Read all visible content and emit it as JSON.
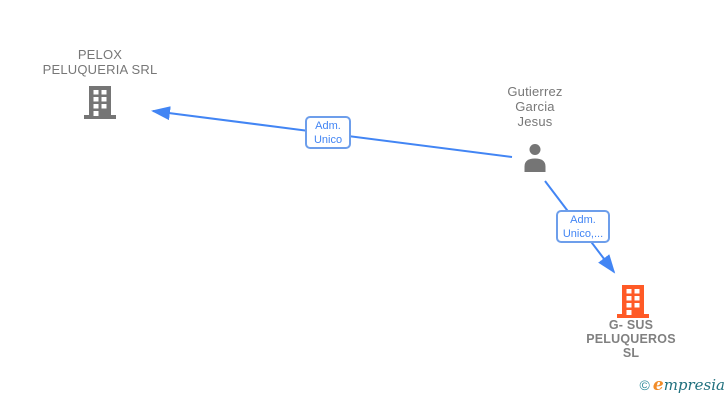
{
  "diagram": {
    "type": "company-relationship-graph",
    "nodes": {
      "company_pelox": {
        "label": "PELOX\nPELUQUERIA SRL",
        "entity_type": "company",
        "icon": "building-icon",
        "icon_color": "#757575"
      },
      "person_gutierrez": {
        "label": "Gutierrez\nGarcia\nJesus",
        "entity_type": "person",
        "icon": "person-icon",
        "icon_color": "#757575"
      },
      "company_gsus": {
        "label": "G- SUS\nPELUQUEROS\nSL",
        "entity_type": "company",
        "icon": "building-icon",
        "icon_color": "#ff5a26"
      }
    },
    "edges": [
      {
        "from": "person_gutierrez",
        "to": "company_pelox",
        "label": "Adm.\nUnico"
      },
      {
        "from": "person_gutierrez",
        "to": "company_gsus",
        "label": "Adm.\nUnico,..."
      }
    ]
  },
  "watermark": {
    "copyright": "©",
    "brand_first_letter": "e",
    "brand_rest": "mpresia"
  },
  "colors": {
    "edge_line": "#4285f4",
    "edge_label_border": "#6d9eeb",
    "edge_label_text": "#4285f4",
    "node_text_gray": "#777777",
    "icon_gray": "#757575",
    "icon_orange": "#ff5a26",
    "watermark_teal": "#2e8b9a",
    "watermark_dark_teal": "#20707e",
    "watermark_orange": "#f28c28",
    "background": "#ffffff"
  }
}
